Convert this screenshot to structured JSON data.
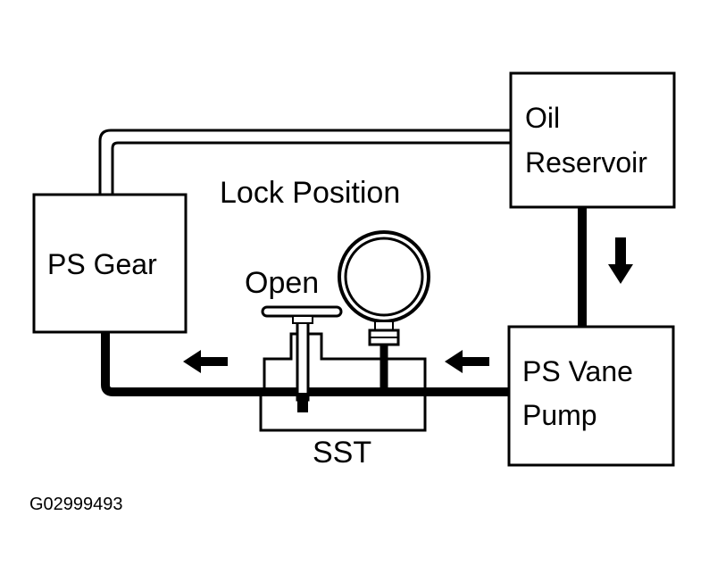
{
  "labels": {
    "oil_reservoir_line1": "Oil",
    "oil_reservoir_line2": "Reservoir",
    "lock_position": "Lock Position",
    "ps_gear": "PS Gear",
    "open": "Open",
    "ps_vane_pump_line1": "PS Vane",
    "ps_vane_pump_line2": "Pump",
    "sst": "SST",
    "figure_code": "G02999493"
  }
}
